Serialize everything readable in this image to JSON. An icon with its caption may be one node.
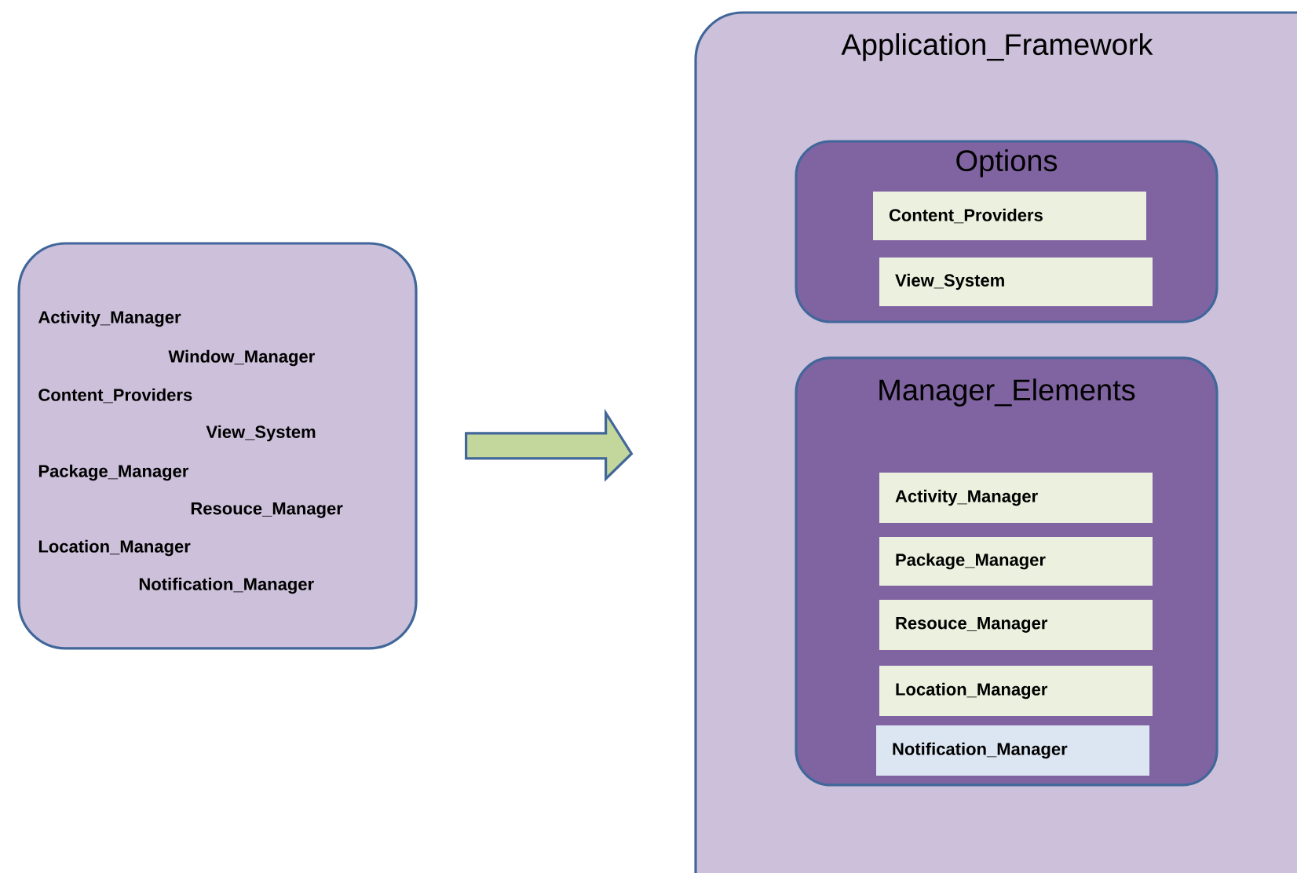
{
  "diagram": {
    "nodes": [
      {
        "text": [
          "Activity_Manager",
          "Window_Manager",
          "Content_Providers",
          "View_System",
          "Package_Manager",
          "Resouce_Manager",
          "Location_Manager",
          "Notification_Manager"
        ]
      },
      {
        "text": [
          "Application_Framework"
        ]
      },
      {
        "text": [
          "Options"
        ],
        "in": 1
      },
      {
        "text": [
          "Content_Providers"
        ],
        "in": 2
      },
      {
        "text": [
          "View_System"
        ],
        "in": 2
      },
      {
        "text": [
          "Manager_Elements"
        ],
        "in": 1
      },
      {
        "text": [
          "Activity_Manager"
        ],
        "in": 5
      },
      {
        "text": [
          "Package_Manager"
        ],
        "in": 5
      },
      {
        "text": [
          "Resouce_Manager"
        ],
        "in": 5
      },
      {
        "text": [
          "Location_Manager"
        ],
        "in": 5
      },
      {
        "text": [
          "Notification_Manager"
        ],
        "in": 5
      }
    ],
    "edges": [
      {
        "from": 0,
        "to": 1,
        "arrow": "to"
      }
    ]
  }
}
